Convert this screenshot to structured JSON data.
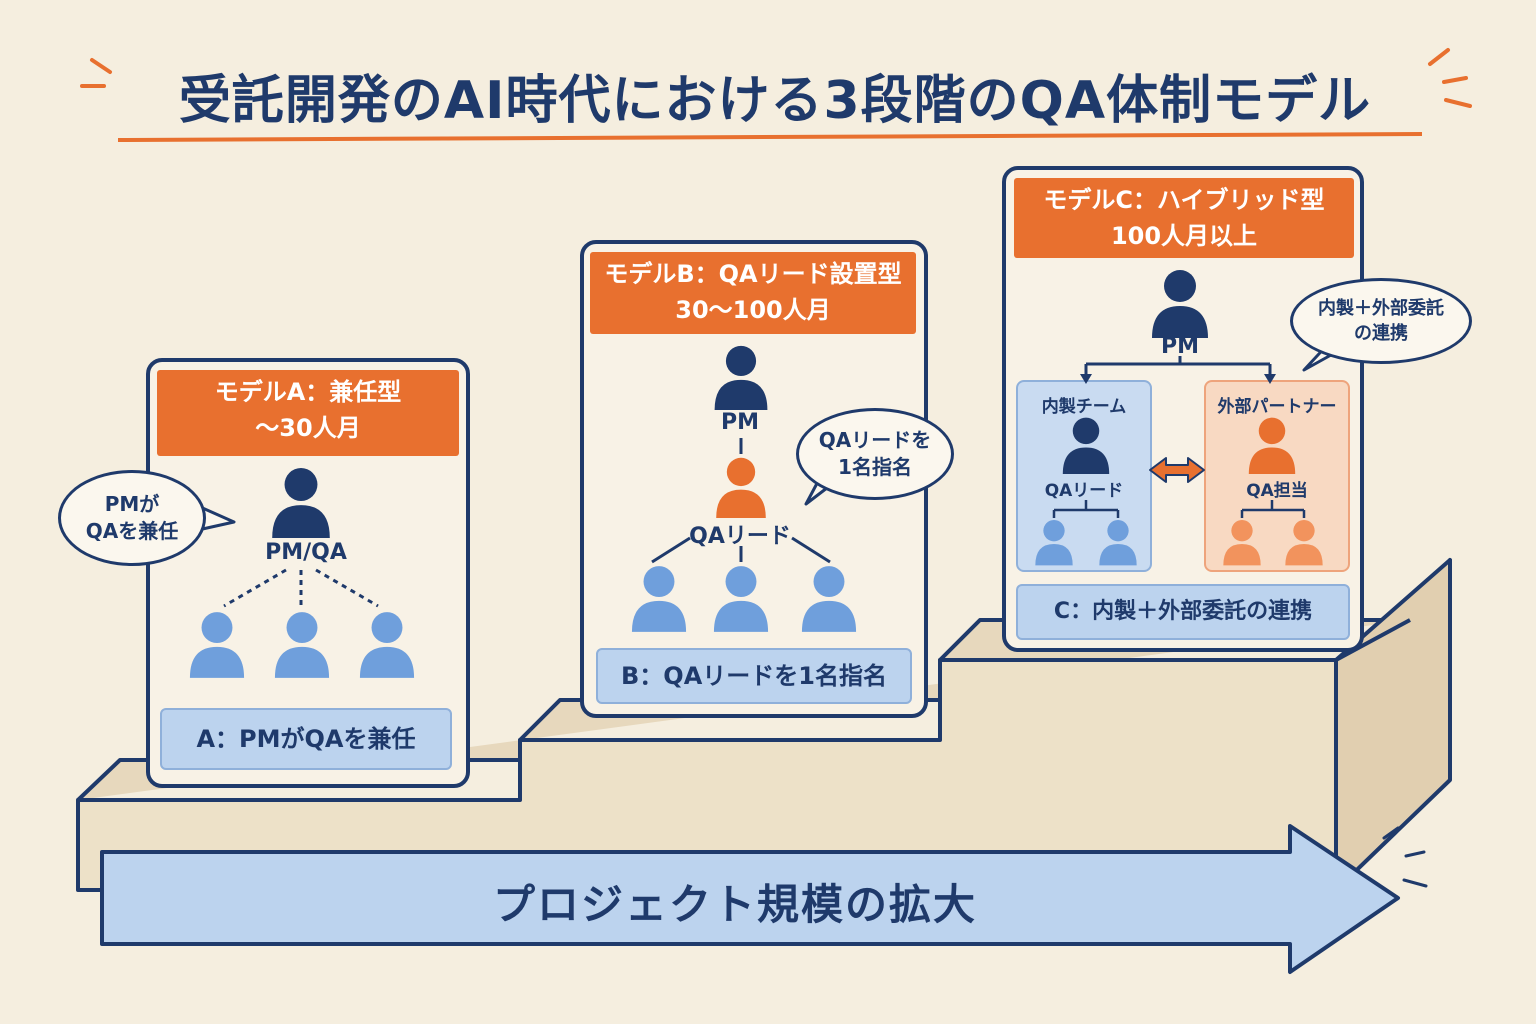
{
  "title": "受託開発のAI時代における3段階のQA体制モデル",
  "axis_label": "プロジェクト規模の拡大",
  "colors": {
    "navy": "#1f3a6b",
    "orange": "#e8702f",
    "light_blue": "#6f9fdc",
    "panel_blue": "#bcd3ee",
    "cream": "#f5eedf"
  },
  "model_a": {
    "header_line1": "モデルA：兼任型",
    "header_line2": "〜30人月",
    "role_label": "PM/QA",
    "bubble_line1": "PMが",
    "bubble_line2": "QAを兼任",
    "footer": "A：PMがQAを兼任"
  },
  "model_b": {
    "header_line1": "モデルB：QAリード設置型",
    "header_line2": "30〜100人月",
    "pm_label": "PM",
    "lead_label": "QAリード",
    "bubble_line1": "QAリードを",
    "bubble_line2": "1名指名",
    "footer": "B：QAリードを1名指名"
  },
  "model_c": {
    "header_line1": "モデルC：ハイブリッド型",
    "header_line2": "100人月以上",
    "pm_label": "PM",
    "internal_title": "内製チーム",
    "internal_lead": "QAリード",
    "external_title": "外部パートナー",
    "external_lead": "QA担当",
    "bubble_line1": "内製＋外部委託",
    "bubble_line2": "の連携",
    "footer": "C：内製＋外部委託の連携"
  }
}
